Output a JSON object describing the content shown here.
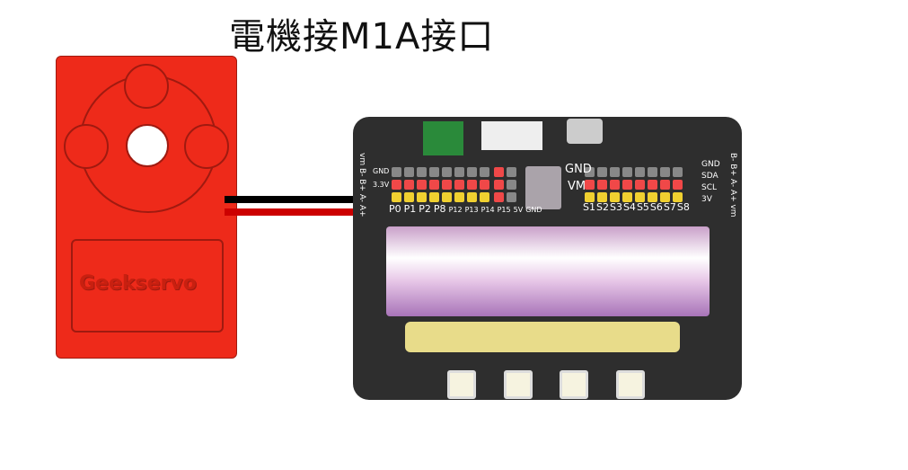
{
  "title": "電機接M1A接口",
  "servo": {
    "brand": "Geekservo",
    "color": "#ee2a1a"
  },
  "wires": {
    "colors": [
      "#000000",
      "#cc0000"
    ]
  },
  "board": {
    "left_side_label": "vm B- B+ A- A+",
    "right_side_label": "B- B+ A- A+ vm",
    "row_labels": [
      "GND",
      "3.3V"
    ],
    "pin_labels": [
      "P0",
      "P1",
      "P2",
      "P8",
      "P12",
      "P13",
      "P14",
      "P15",
      "5V",
      "GND"
    ],
    "center_labels": [
      "GND",
      "VM"
    ],
    "servo_labels": [
      "S1",
      "S2",
      "S3",
      "S4",
      "S5",
      "S6",
      "S7",
      "S8"
    ],
    "i2c_labels": [
      "GND",
      "SDA",
      "SCL",
      "3V"
    ]
  }
}
